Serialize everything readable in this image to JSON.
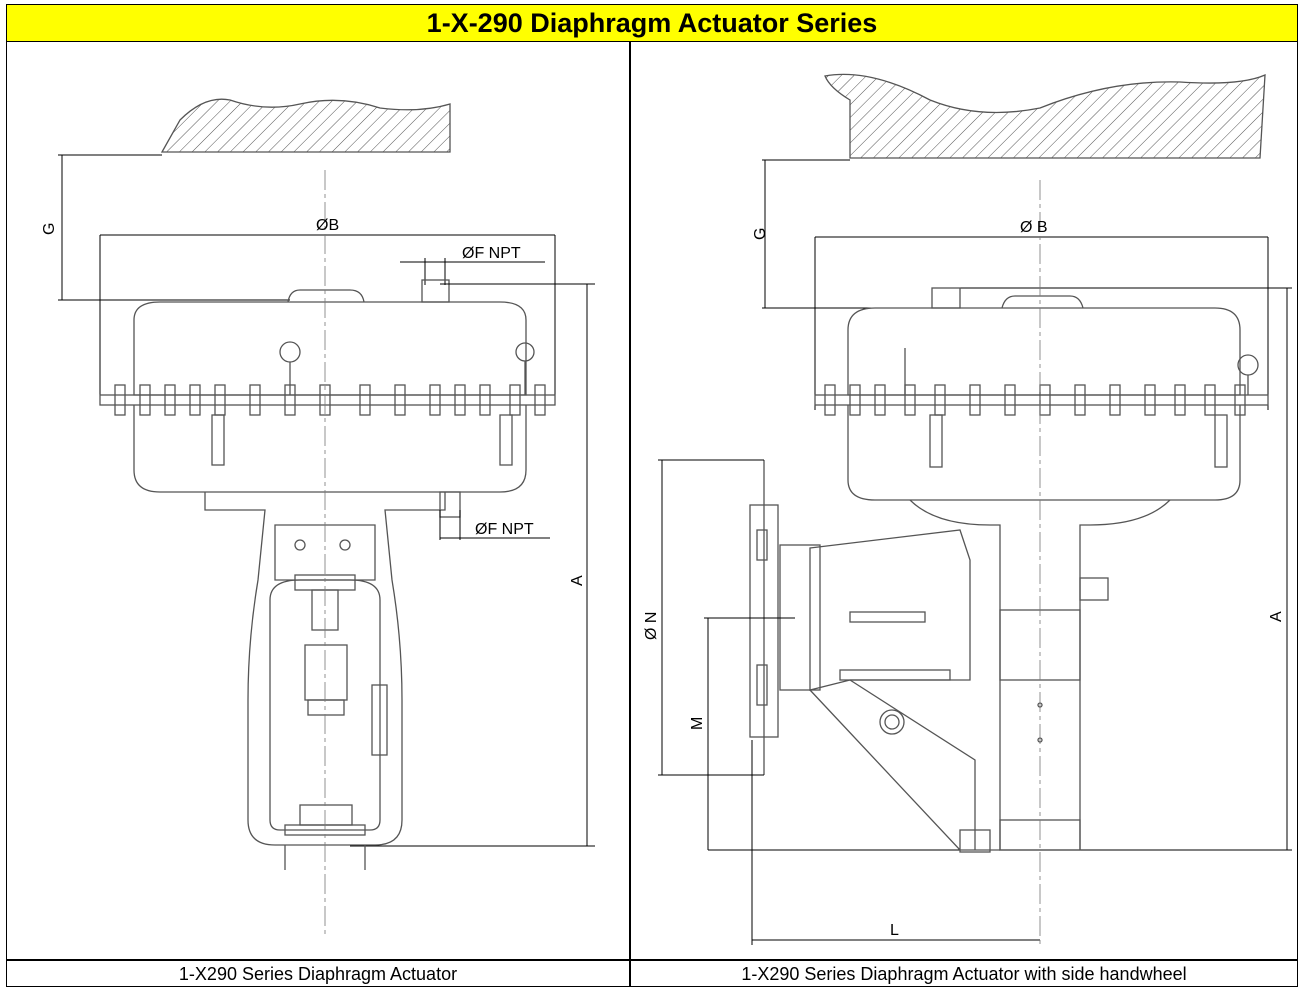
{
  "title": "1-X-290 Diaphragm Actuator Series",
  "captions": {
    "left": "1-X290 Series Diaphragm Actuator",
    "right": "1-X290 Series Diaphragm Actuator with side handwheel"
  },
  "left_drawing": {
    "dim_G": "G",
    "dim_B": "ØB",
    "dim_F_top": "ØF NPT",
    "dim_F_side": "ØF NPT",
    "dim_A": "A"
  },
  "right_drawing": {
    "dim_G": "G",
    "dim_B": "Ø B",
    "dim_N": "Ø N",
    "dim_M": "M",
    "dim_A": "A",
    "dim_L": "L"
  },
  "colors": {
    "title_bg": "#ffff00",
    "line": "#000000",
    "part_line": "#555555"
  }
}
